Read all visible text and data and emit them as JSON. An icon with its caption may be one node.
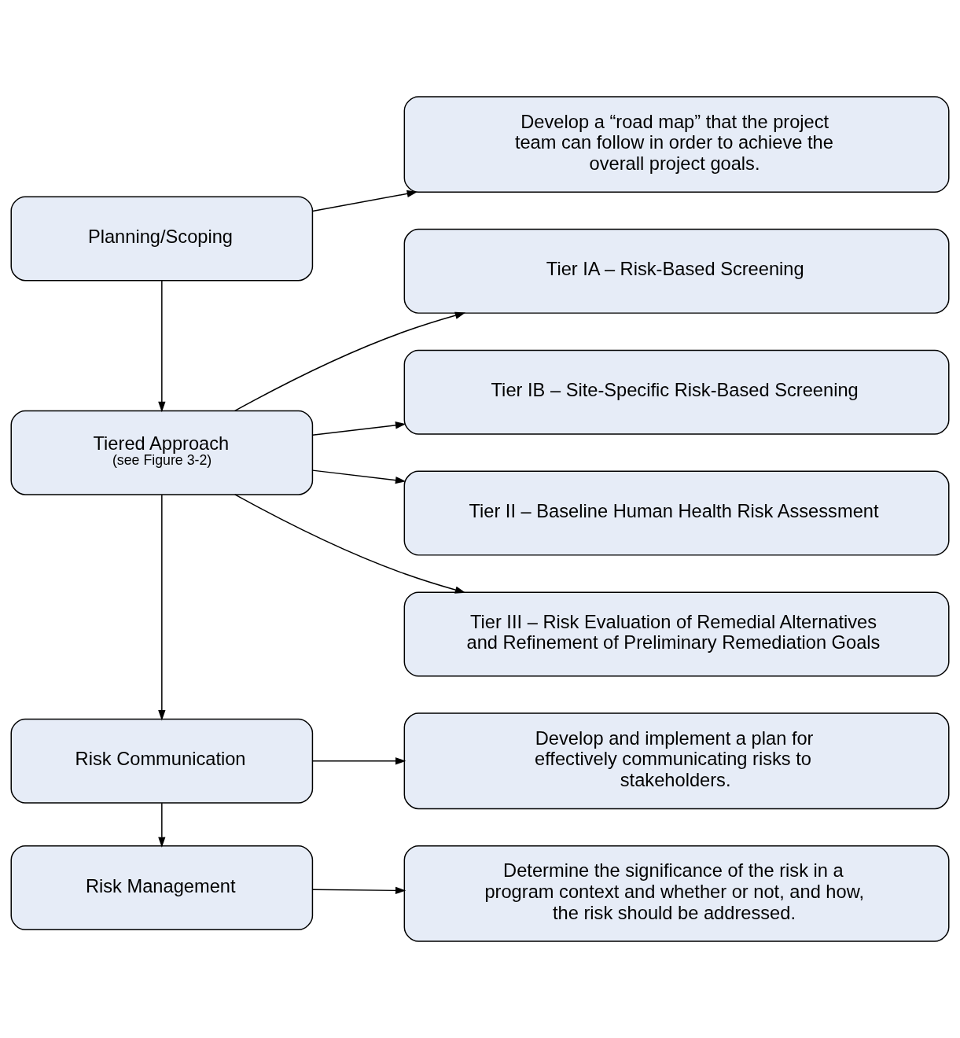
{
  "diagram": {
    "nodes": [
      {
        "text": [
          "Planning/Scoping"
        ]
      },
      {
        "text": [
          "Develop a “road map” that the project team can follow in order to achieve the overall project goals."
        ]
      },
      {
        "text": [
          "Tiered Approach",
          "(see Figure 3-2)"
        ]
      },
      {
        "text": [
          "Tier IA – Risk-Based Screening"
        ]
      },
      {
        "text": [
          "Tier IB – Site-Specific Risk-Based Screening"
        ]
      },
      {
        "text": [
          "Tier II – Baseline Human Health Risk Assessment"
        ]
      },
      {
        "text": [
          "Tier III – Risk Evaluation of Remedial Alternatives and Refinement of Preliminary Remediation Goals"
        ]
      },
      {
        "text": [
          "Risk Communication"
        ]
      },
      {
        "text": [
          "Develop and implement a plan for effectively communicating risks to stakeholders."
        ]
      },
      {
        "text": [
          "Risk Management"
        ]
      },
      {
        "text": [
          "Determine the significance of the risk in a program context and whether or not, and how, the risk should be addressed."
        ]
      }
    ],
    "edges": [
      {
        "from": 0,
        "to": 1,
        "arrow": "to"
      },
      {
        "from": 0,
        "to": 2,
        "arrow": "to"
      },
      {
        "from": 2,
        "to": 3,
        "arrow": "to"
      },
      {
        "from": 2,
        "to": 4,
        "arrow": "to"
      },
      {
        "from": 2,
        "to": 5,
        "arrow": "to"
      },
      {
        "from": 2,
        "to": 6,
        "arrow": "to"
      },
      {
        "from": 2,
        "to": 7,
        "arrow": "to"
      },
      {
        "from": 7,
        "to": 8,
        "arrow": "to"
      },
      {
        "from": 7,
        "to": 9,
        "arrow": "to"
      },
      {
        "from": 9,
        "to": 10,
        "arrow": "to"
      }
    ]
  }
}
